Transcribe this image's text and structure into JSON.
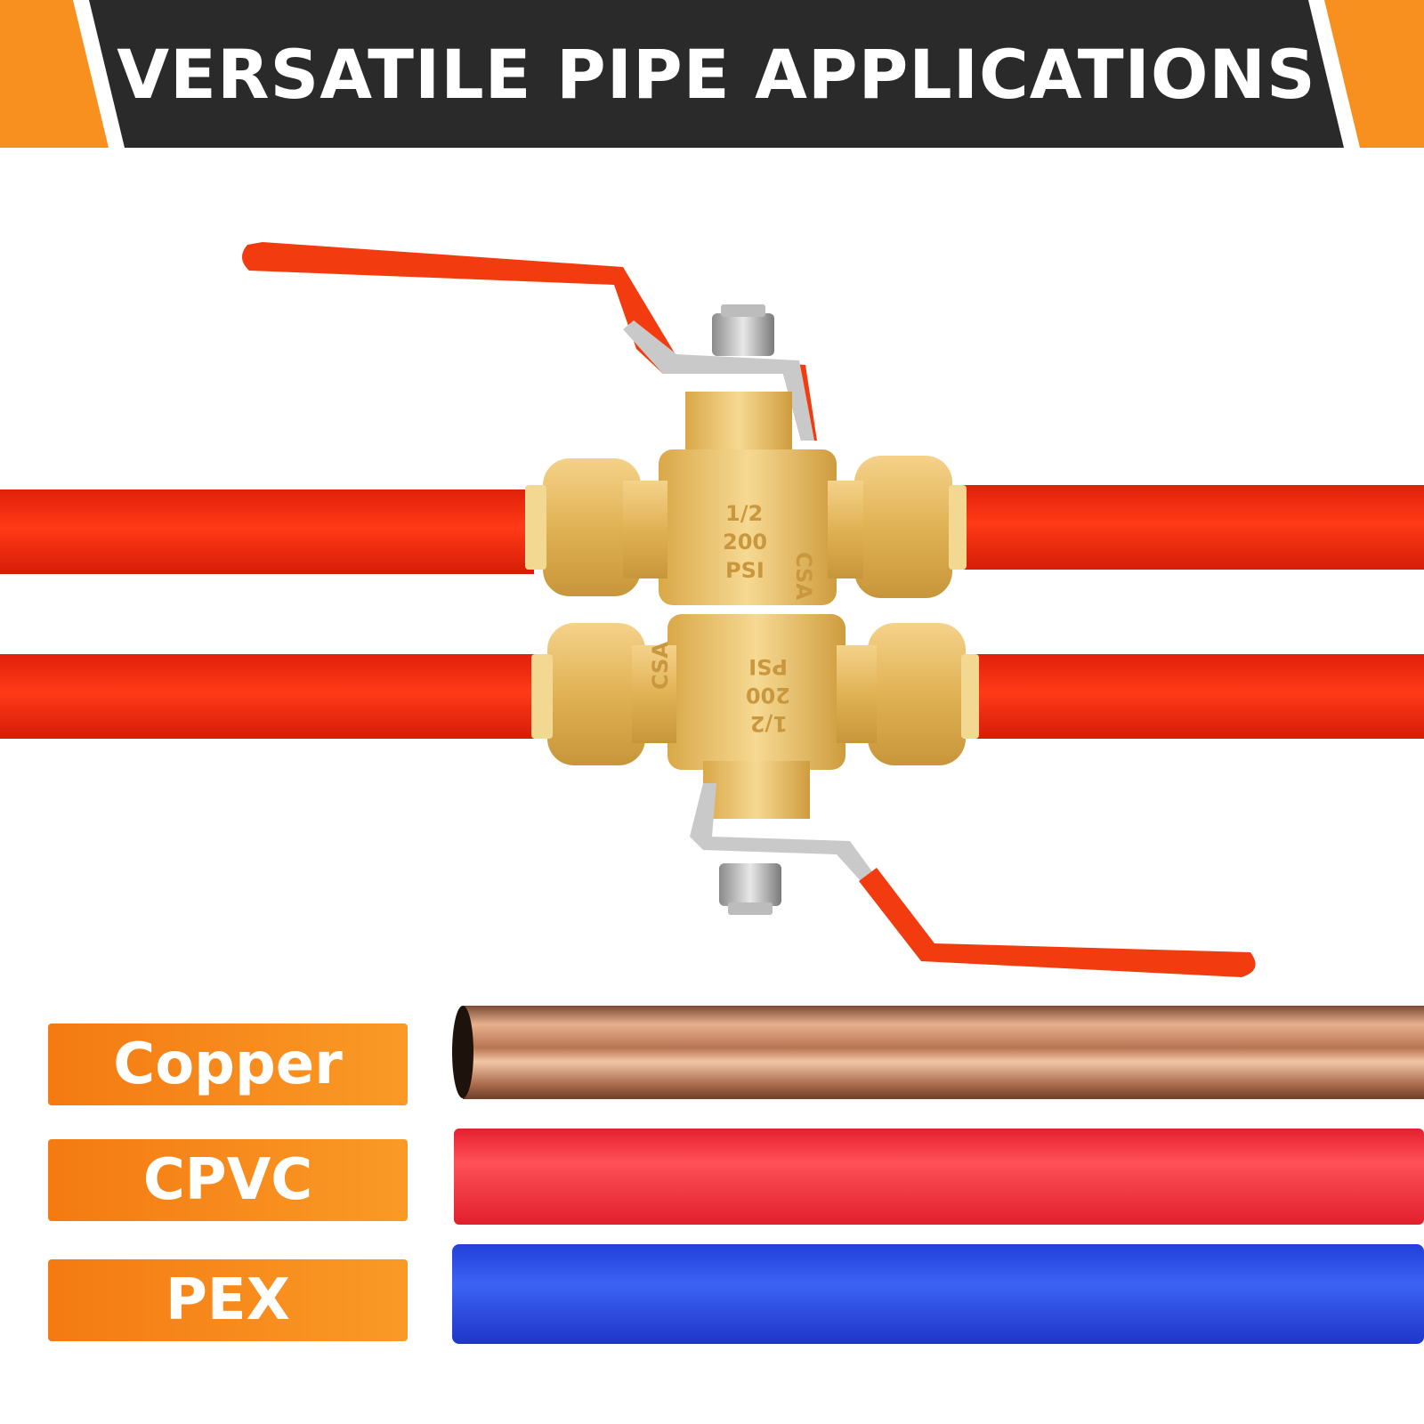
{
  "banner": {
    "title": "VERSATILE PIPE APPLICATIONS",
    "colors": {
      "background": "#2a2a2a",
      "accent": "#f7901e"
    }
  },
  "illustration": {
    "description_icons": [
      "ball-valve-icon",
      "ball-valve-icon"
    ],
    "valve_upper": {
      "markings": [
        "1/2",
        "200",
        "PSI",
        "CSA"
      ]
    },
    "valve_lower": {
      "markings": [
        "1/2",
        "200",
        "PSI",
        "CSA"
      ]
    },
    "colors": {
      "pipe_red": "#f02a0c",
      "handle_red": "#f23c10",
      "brass": "#e6bc5c"
    }
  },
  "pipe_types": [
    {
      "label": "Copper",
      "color": "#c88462"
    },
    {
      "label": "CPVC",
      "color": "#f23540"
    },
    {
      "label": "PEX",
      "color": "#2c4ee8"
    }
  ]
}
